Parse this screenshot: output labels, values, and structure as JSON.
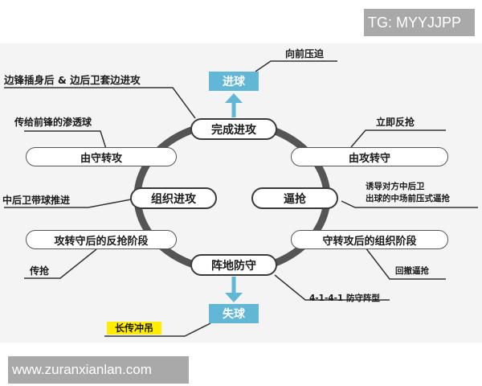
{
  "watermarks": {
    "top_right": "TG: MYYJJPP",
    "bottom_left": "www.zuranxianlan.com"
  },
  "outcomes": {
    "goal": "进球",
    "lose_ball": "失球"
  },
  "cycle_nodes": {
    "top": "完成进攻",
    "left": "组织进攻",
    "right": "逼抢",
    "bottom": "阵地防守"
  },
  "transition_bars": {
    "upper_left": "由守转攻",
    "upper_right": "由攻转守",
    "lower_left": "攻转守后的反抢阶段",
    "lower_right": "守转攻后的组织阶段"
  },
  "annotations": {
    "press_forward": "向前压迫",
    "winger_overlap": "边锋插身后 & 边后卫套边进攻",
    "through_ball": "传给前锋的渗透球",
    "counter_press": "立即反抢",
    "cb_carry": "中后卫带球推进",
    "high_press_line1": "诱导对方中后卫",
    "high_press_line2": "出球的中场前压式逼抢",
    "pass_and_press": "传抢",
    "retreat_press": "回撤逼抢",
    "formation": "4-1-4-1 防守阵型",
    "long_ball": "长传冲吊"
  },
  "colors": {
    "accent_blue": "#62b6d6",
    "ring_gray": "#555555",
    "highlight_yellow": "#ffec00"
  }
}
